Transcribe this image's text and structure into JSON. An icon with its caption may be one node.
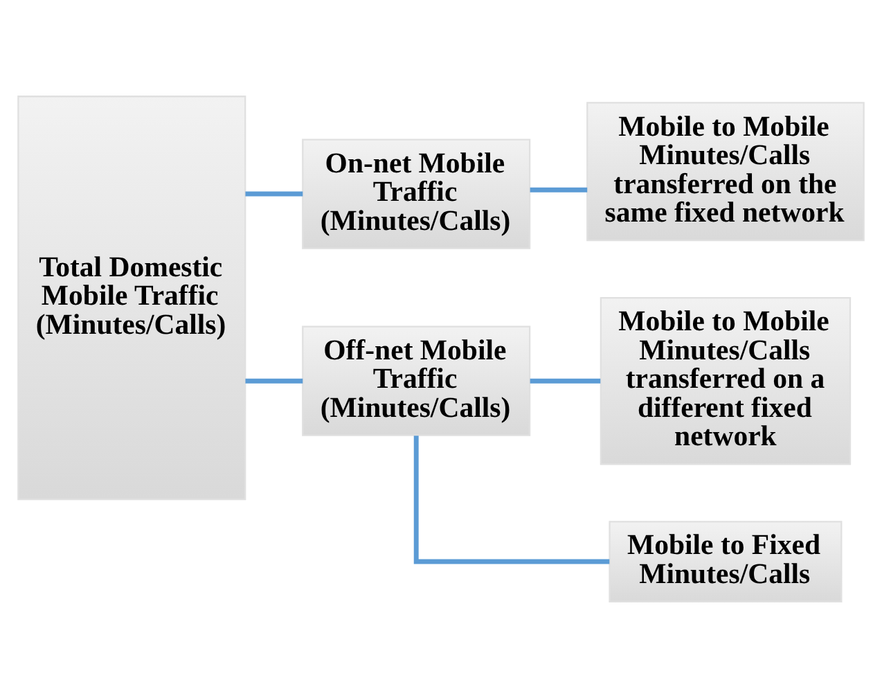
{
  "diagram": {
    "nodes": [
      {
        "text": [
          "Total Domestic Mobile Traffic (Minutes/Calls)"
        ]
      },
      {
        "text": [
          "On-net Mobile Traffic (Minutes/Calls)"
        ]
      },
      {
        "text": [
          "Off-net Mobile Traffic (Minutes/Calls)"
        ]
      },
      {
        "text": [
          "Mobile to Mobile Minutes/Calls transferred on the same fixed network"
        ]
      },
      {
        "text": [
          "Mobile to Mobile Minutes/Calls transferred on a different fixed network"
        ]
      },
      {
        "text": [
          "Mobile to Fixed Minutes/Calls"
        ]
      }
    ],
    "edges": [
      {
        "from": 0,
        "to": 1,
        "arrow": "none"
      },
      {
        "from": 0,
        "to": 2,
        "arrow": "none"
      },
      {
        "from": 1,
        "to": 3,
        "arrow": "none"
      },
      {
        "from": 2,
        "to": 4,
        "arrow": "none"
      },
      {
        "from": 2,
        "to": 5,
        "arrow": "none"
      }
    ]
  }
}
